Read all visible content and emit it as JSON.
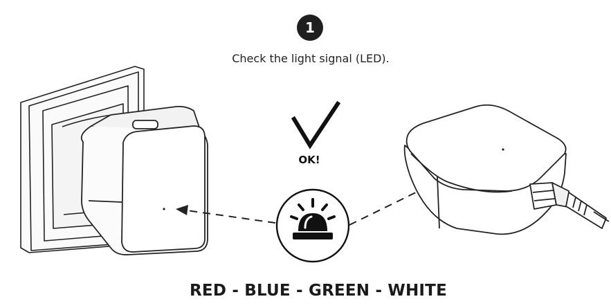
{
  "step": {
    "number": "1"
  },
  "instruction": "Check the light signal (LED).",
  "ok_label": "OK!",
  "colors_caption": "RED - BLUE - GREEN - WHITE",
  "icons": {
    "step_badge": "number-badge",
    "check": "checkmark-icon",
    "siren": "siren-light-icon",
    "plug_device": "plug-in-hub-device",
    "desktop_device": "desktop-hub-device"
  },
  "colors": {
    "ink": "#1c1c1c",
    "background": "#ffffff"
  }
}
